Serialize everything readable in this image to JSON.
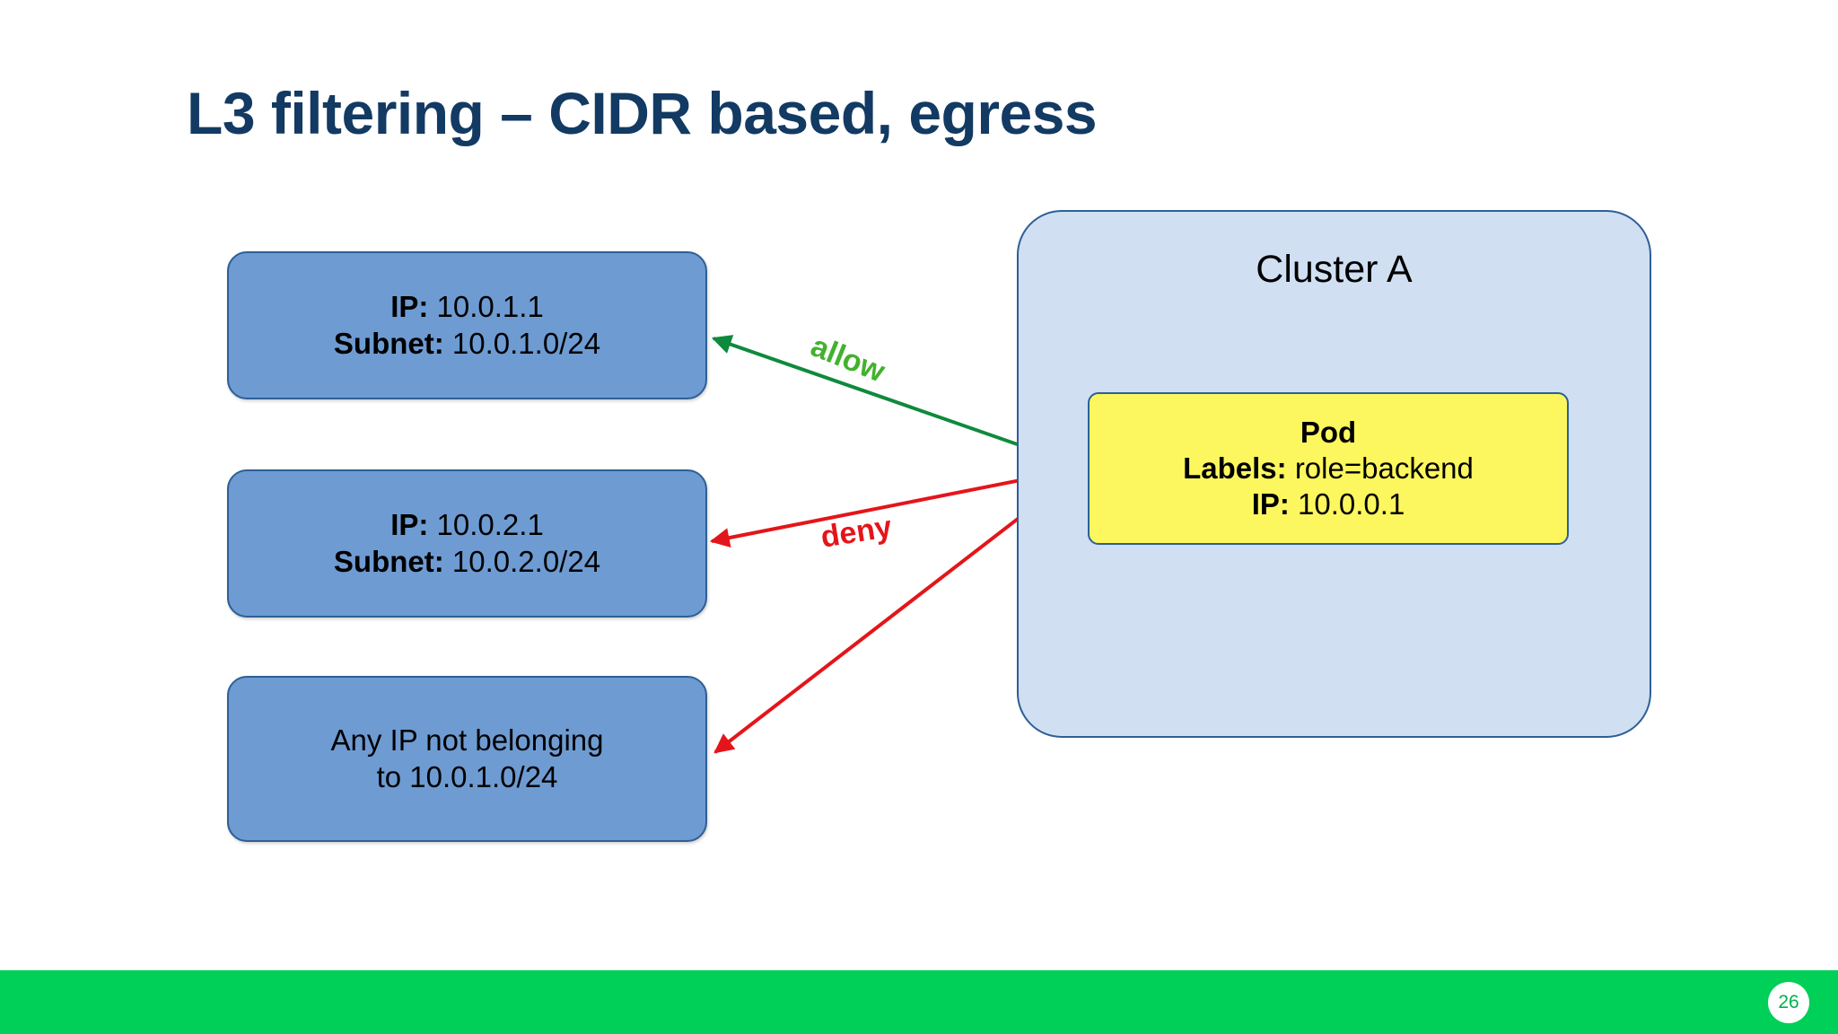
{
  "slide": {
    "title": "L3 filtering – CIDR based, egress",
    "page_number": "26",
    "colors": {
      "title": "#123A63",
      "endpoint_fill": "#6E9BD2",
      "endpoint_border": "#2E5F96",
      "cluster_fill": "#D0DFF2",
      "pod_fill": "#FCF75E",
      "allow": "#42B22C",
      "deny": "#E4151A",
      "footer_bar": "#00CF58"
    }
  },
  "endpoints": [
    {
      "name": "endpoint-1",
      "line1_label": "IP:",
      "line1_value": "10.0.1.1",
      "line2_label": "Subnet:",
      "line2_value": "10.0.1.0/24"
    },
    {
      "name": "endpoint-2",
      "line1_label": "IP:",
      "line1_value": "10.0.2.1",
      "line2_label": "Subnet:",
      "line2_value": "10.0.2.0/24"
    },
    {
      "name": "endpoint-3",
      "line1": "Any IP not belonging",
      "line2": "to 10.0.1.0/24"
    }
  ],
  "cluster": {
    "title": "Cluster A",
    "pod": {
      "title": "Pod",
      "labels_label": "Labels:",
      "labels_value": "role=backend",
      "ip_label": "IP:",
      "ip_value": "10.0.0.1"
    }
  },
  "edges": [
    {
      "name": "edge-allow",
      "label": "allow",
      "color": "#008A3C",
      "from": "pod",
      "to": "endpoint-1",
      "verdict": "allow"
    },
    {
      "name": "edge-deny-1",
      "label": "deny",
      "color": "#E4151A",
      "from": "pod",
      "to": "endpoint-2",
      "verdict": "deny"
    },
    {
      "name": "edge-deny-2",
      "label": "",
      "color": "#E4151A",
      "from": "pod",
      "to": "endpoint-3",
      "verdict": "deny"
    }
  ]
}
